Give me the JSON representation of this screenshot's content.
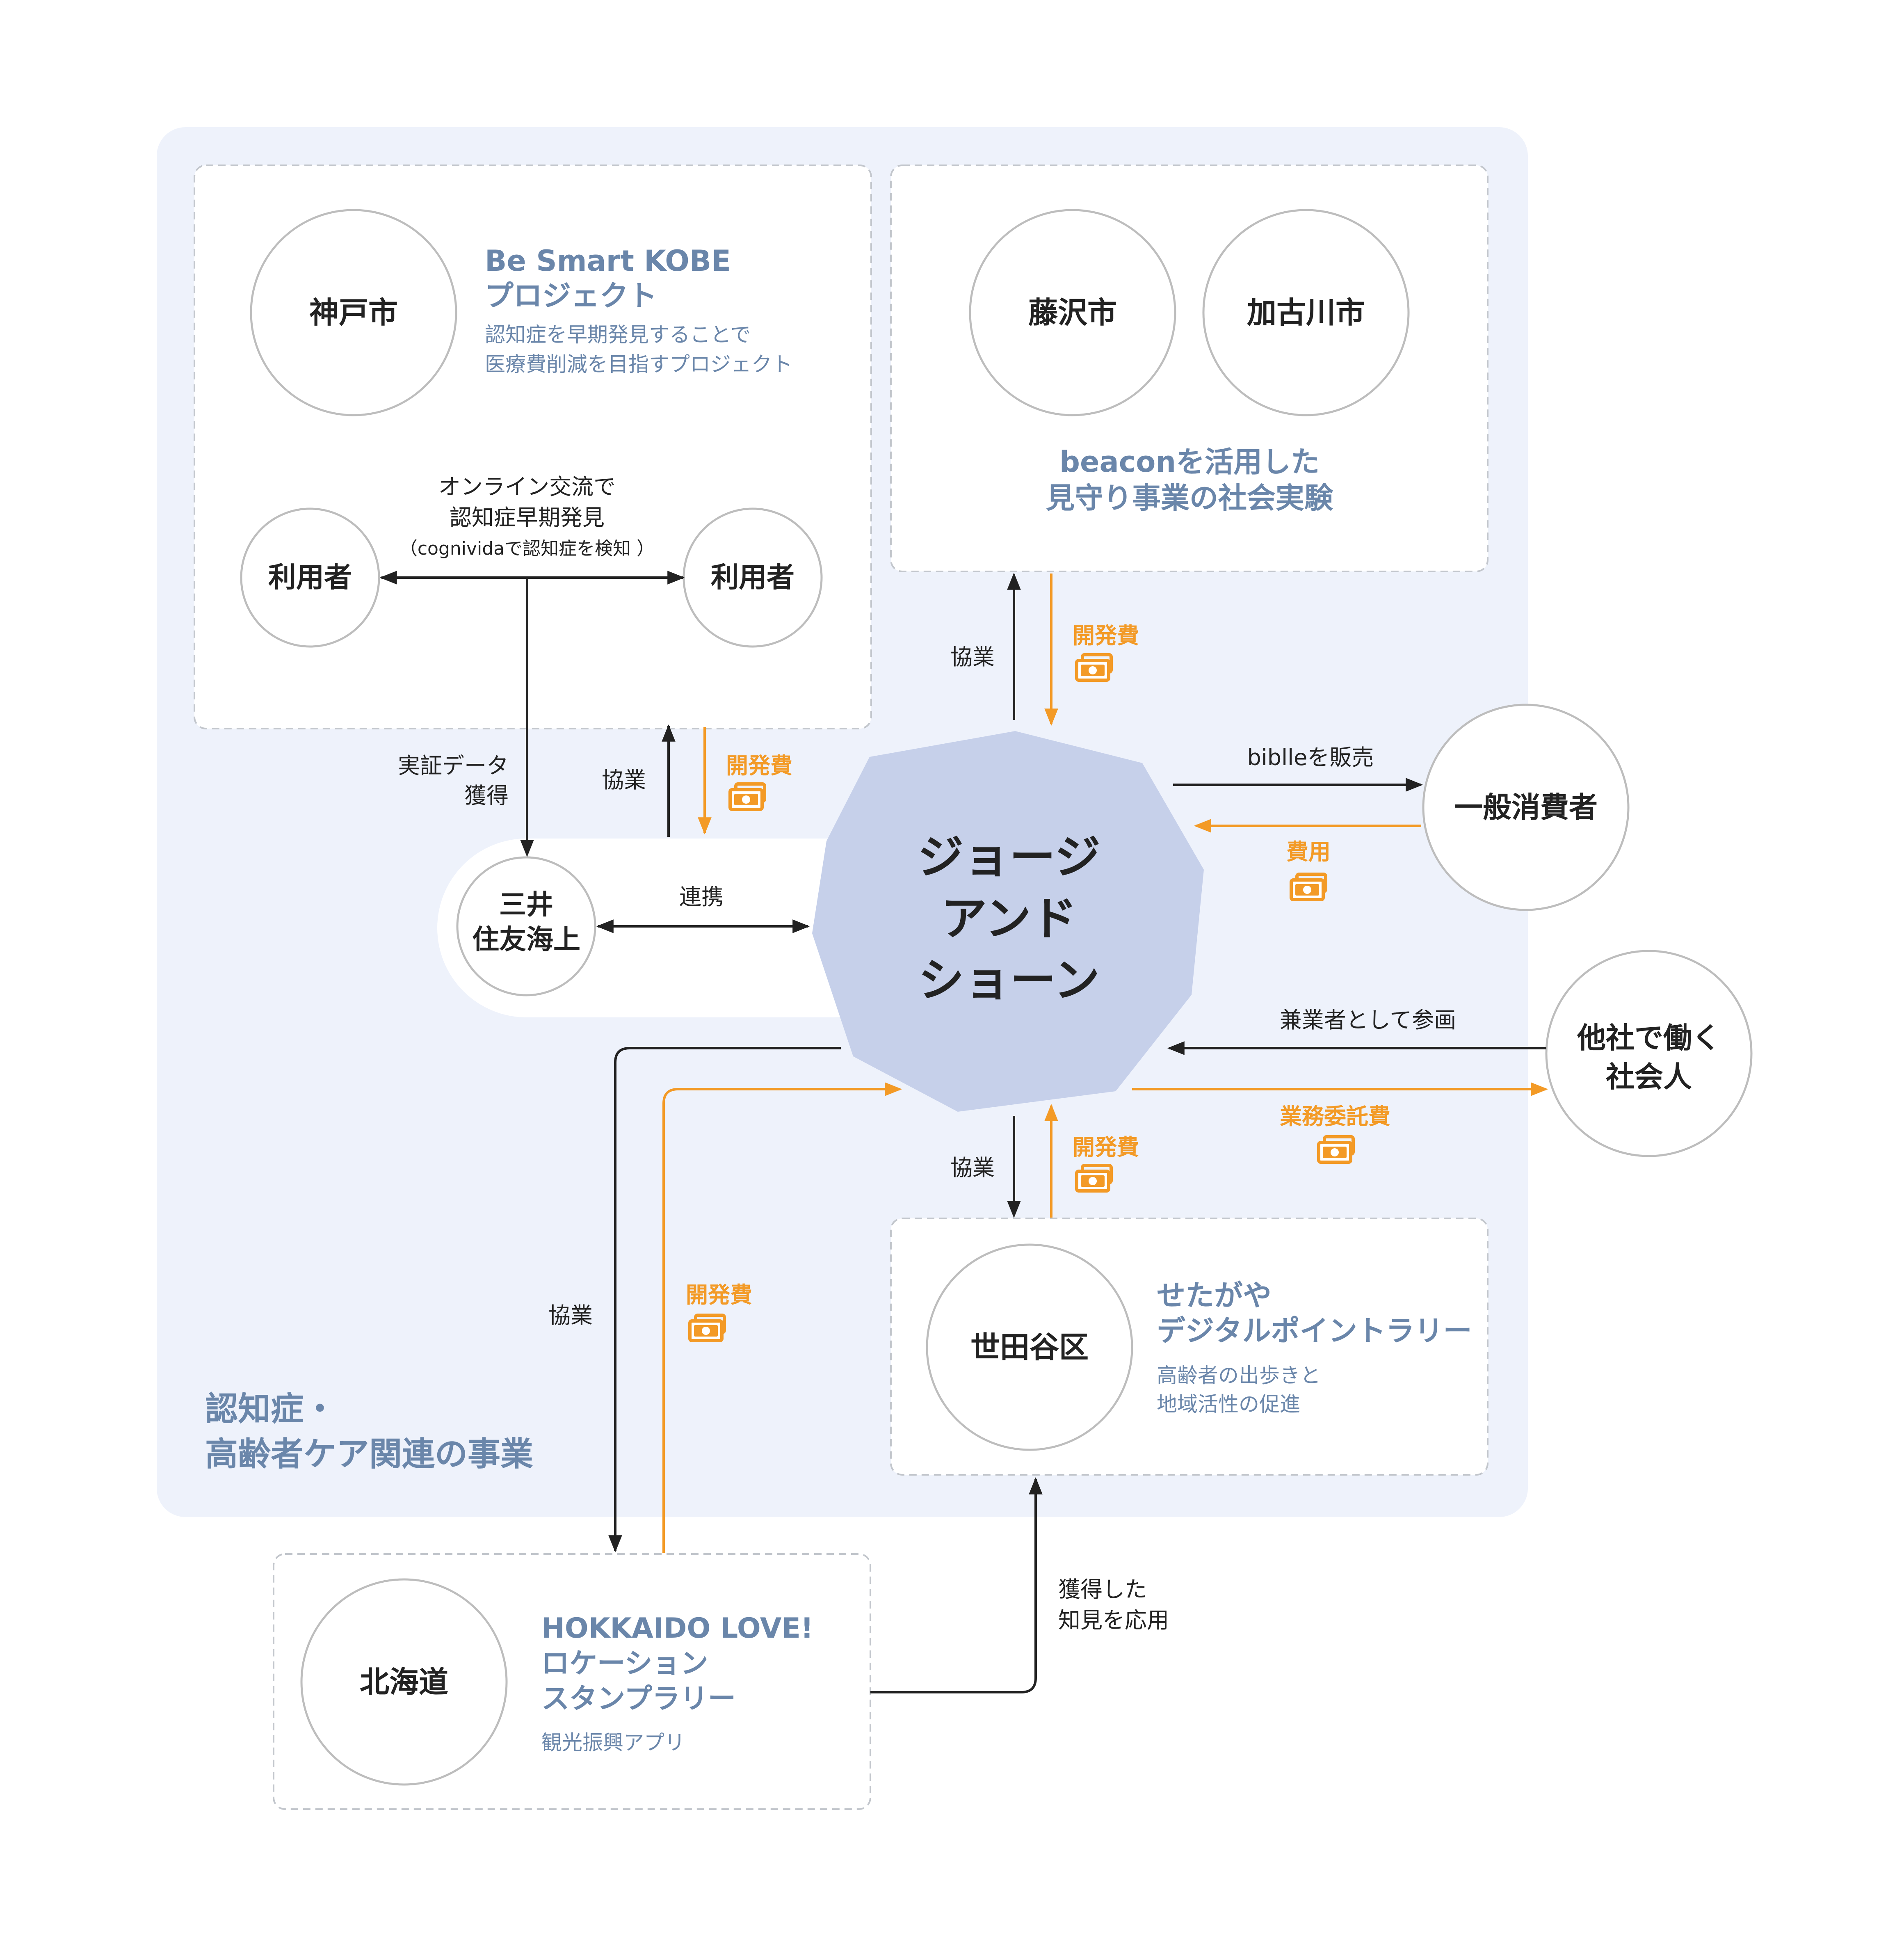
{
  "colors": {
    "background": "#ffffff",
    "region": "#eef2fb",
    "center": "#c6d0ea",
    "blue_text": "#6a86aa",
    "orange": "#f39a26",
    "dark": "#222222",
    "circle_stroke": "#bdbdbd",
    "dash_stroke": "#c2c6cc"
  },
  "region": {
    "label_line1": "認知症・",
    "label_line2": "高齢者ケア関連の事業"
  },
  "center": {
    "line1": "ジョージ",
    "line2": "アンド",
    "line3": "ショーン"
  },
  "kobe": {
    "circle": "神戸市",
    "title_line1": "Be Smart KOBE",
    "title_line2": "プロジェクト",
    "desc_line1": "認知症を早期発見することで",
    "desc_line2": "医療費削減を目指すプロジェクト",
    "user_left": "利用者",
    "user_right": "利用者",
    "caption_line1": "オンライン交流で",
    "caption_line2": "認知症早期発見",
    "caption_line3": "（cognividaで認知症を検知 ）"
  },
  "fujisawa": {
    "circle_left": "藤沢市",
    "circle_right": "加古川市",
    "title_line1": "beaconを活用した",
    "title_line2": "見守り事業の社会実験"
  },
  "mitsui": {
    "line1": "三井",
    "line2": "住友海上"
  },
  "consumer": {
    "circle": "一般消費者"
  },
  "worker": {
    "line1": "他社で働く",
    "line2": "社会人"
  },
  "setagaya": {
    "circle": "世田谷区",
    "title_line1": "せたがや",
    "title_line2": "デジタルポイントラリー",
    "desc_line1": "高齢者の出歩きと",
    "desc_line2": "地域活性の促進"
  },
  "hokkaido": {
    "circle": "北海道",
    "title_line1": "HOKKAIDO LOVE!",
    "title_line2": "ロケーション",
    "title_line3": "スタンプラリー",
    "desc": "観光振興アプリ"
  },
  "labels": {
    "jissho_line1": "実証データ",
    "jissho_line2": "獲得",
    "kyogyo_kobe": "協業",
    "kaihatsu_kobe": "開発費",
    "kyogyo_fujisawa": "協業",
    "kaihatsu_fujisawa": "開発費",
    "renkei": "連携",
    "biblle": "biblleを販売",
    "hiyo": "費用",
    "kengyo": "兼業者として参画",
    "gyomu": "業務委託費",
    "kyogyo_setagaya": "協業",
    "kaihatsu_setagaya": "開発費",
    "kyogyo_hokkaido": "協業",
    "kaihatsu_hokkaido": "開発費",
    "kakutoku_line1": "獲得した",
    "kakutoku_line2": "知見を応用"
  },
  "icons": {
    "money": "money-bill-icon"
  }
}
